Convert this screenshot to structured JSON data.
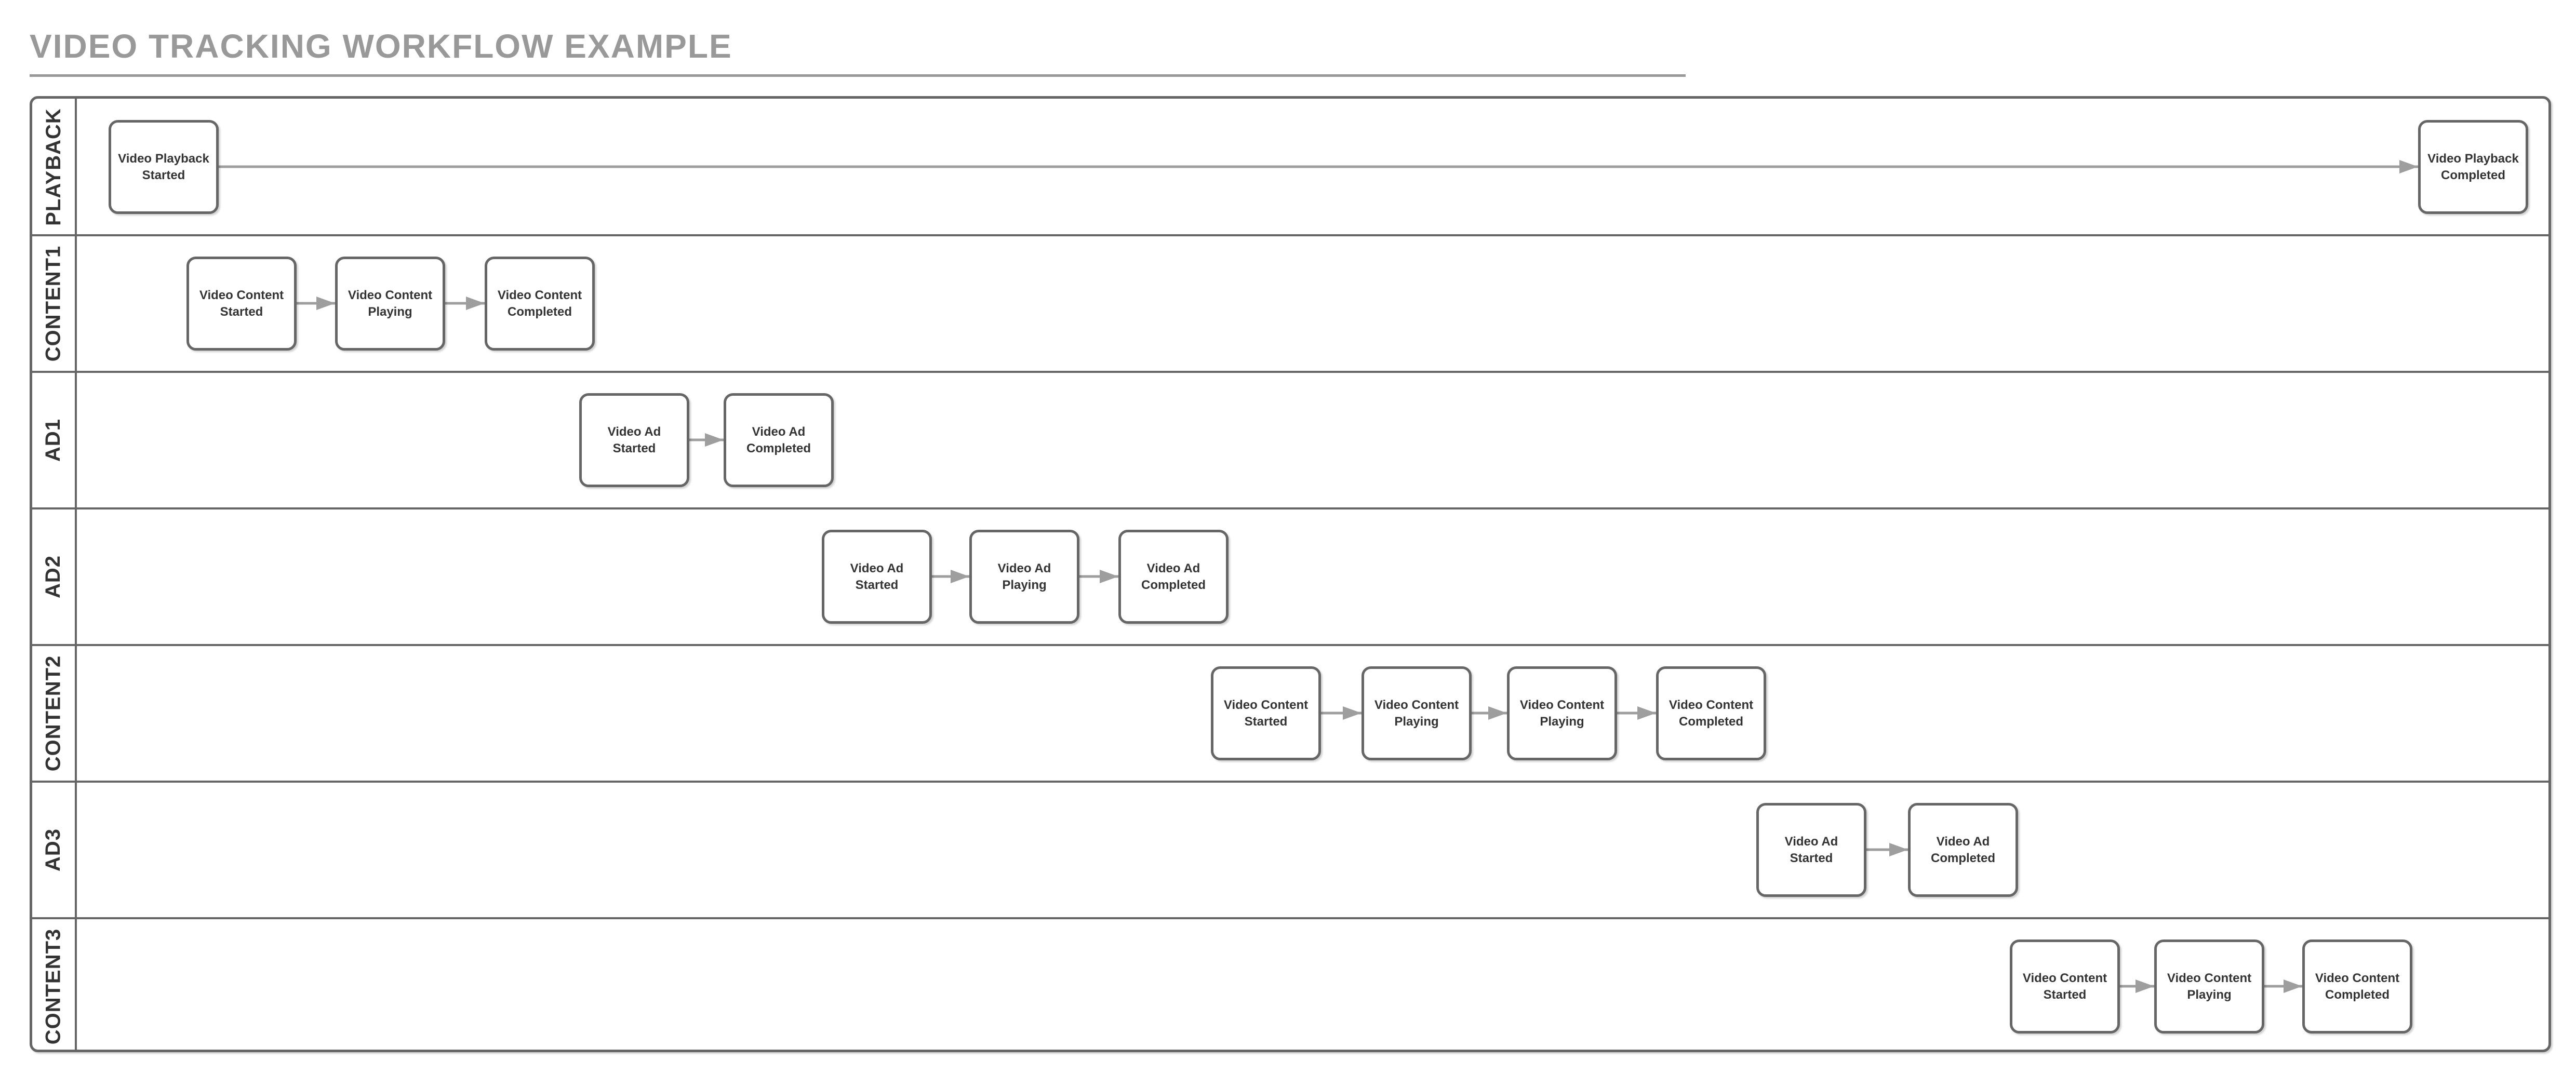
{
  "title": "VIDEO TRACKING WORKFLOW EXAMPLE",
  "colors": {
    "title": "#999999",
    "frame_border": "#666666",
    "node_border": "#666666",
    "node_text": "#333333",
    "lane_label_text": "#333333",
    "arrow": "#9e9e9e",
    "background": "#ffffff"
  },
  "diagram": {
    "type": "swimlane-workflow",
    "lanes": [
      {
        "label": "PLAYBACK",
        "nodes": [
          {
            "label": "Video Playback Started"
          },
          {
            "label": "Video Playback Completed"
          }
        ]
      },
      {
        "label": "CONTENT1",
        "nodes": [
          {
            "label": "Video Content Started"
          },
          {
            "label": "Video Content Playing"
          },
          {
            "label": "Video Content Completed"
          }
        ]
      },
      {
        "label": "AD1",
        "nodes": [
          {
            "label": "Video Ad Started"
          },
          {
            "label": "Video Ad Completed"
          }
        ]
      },
      {
        "label": "AD2",
        "nodes": [
          {
            "label": "Video Ad Started"
          },
          {
            "label": "Video Ad Playing"
          },
          {
            "label": "Video Ad Completed"
          }
        ]
      },
      {
        "label": "CONTENT2",
        "nodes": [
          {
            "label": "Video Content Started"
          },
          {
            "label": "Video Content Playing"
          },
          {
            "label": "Video Content Playing"
          },
          {
            "label": "Video Content Completed"
          }
        ]
      },
      {
        "label": "AD3",
        "nodes": [
          {
            "label": "Video Ad Started"
          },
          {
            "label": "Video Ad Completed"
          }
        ]
      },
      {
        "label": "CONTENT3",
        "nodes": [
          {
            "label": "Video Content Started"
          },
          {
            "label": "Video Content Playing"
          },
          {
            "label": "Video Content Completed"
          }
        ]
      }
    ]
  }
}
